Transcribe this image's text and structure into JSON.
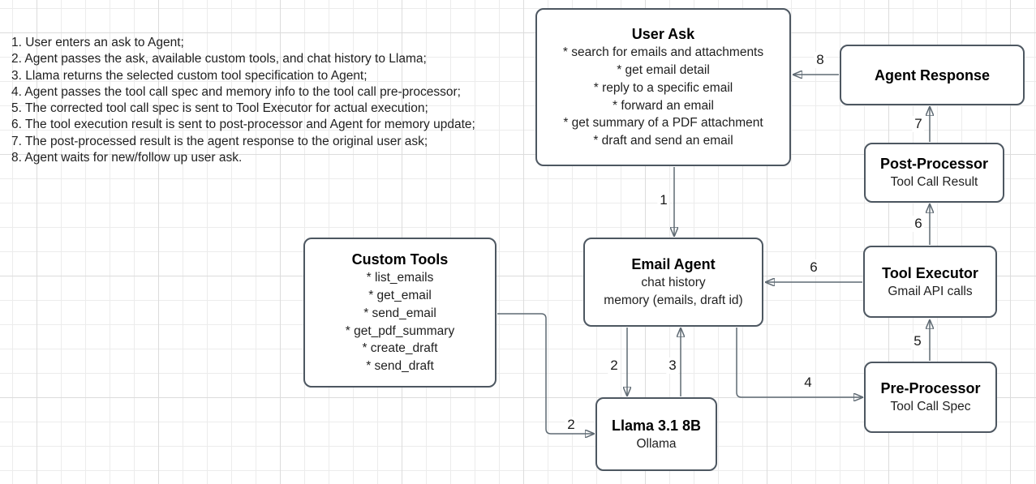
{
  "notes": {
    "lines": [
      "1. User enters an ask to Agent;",
      "2. Agent passes the ask, available custom tools, and chat history to Llama;",
      "3. Llama returns the selected custom tool specification to Agent;",
      "4. Agent passes the tool call spec and memory info to the tool call pre-processor;",
      "5. The corrected tool call spec is sent to Tool Executor for actual execution;",
      "6. The tool execution result is sent to post-processor and Agent for memory update;",
      "7. The post-processed result is the agent response to the original user ask;",
      "8. Agent waits for new/follow up user ask."
    ]
  },
  "boxes": {
    "user_ask": {
      "title": "User Ask",
      "lines": [
        "* search for emails and attachments",
        "* get email detail",
        "* reply to a specific email",
        "* forward an email",
        "* get summary of a PDF attachment",
        "* draft and send an email"
      ]
    },
    "agent_response": {
      "title": "Agent Response"
    },
    "post_processor": {
      "title": "Post-Processor",
      "subtitle": "Tool Call Result"
    },
    "tool_executor": {
      "title": "Tool Executor",
      "subtitle": "Gmail API calls"
    },
    "pre_processor": {
      "title": "Pre-Processor",
      "subtitle": "Tool Call Spec"
    },
    "email_agent": {
      "title": "Email Agent",
      "lines": [
        "chat history",
        "memory (emails, draft id)"
      ]
    },
    "custom_tools": {
      "title": "Custom Tools",
      "lines": [
        "* list_emails",
        "* get_email",
        "* send_email",
        "* get_pdf_summary",
        "* create_draft",
        "* send_draft"
      ]
    },
    "llama": {
      "title": "Llama 3.1 8B",
      "subtitle": "Ollama"
    }
  },
  "edges": {
    "step1": {
      "label": "1"
    },
    "step2_agent_to_llama": {
      "label": "2"
    },
    "step2_tools_to_llama": {
      "label": "2"
    },
    "step3": {
      "label": "3"
    },
    "step4": {
      "label": "4"
    },
    "step5": {
      "label": "5"
    },
    "step6_executor_to_agent": {
      "label": "6"
    },
    "step6_executor_to_postprocessor": {
      "label": "6"
    },
    "step7": {
      "label": "7"
    },
    "step8": {
      "label": "8"
    }
  },
  "colors": {
    "node_border": "#4d5761",
    "edge_line": "#5f6a73",
    "grid_line": "#ececec",
    "text": "#1f1f1f"
  }
}
